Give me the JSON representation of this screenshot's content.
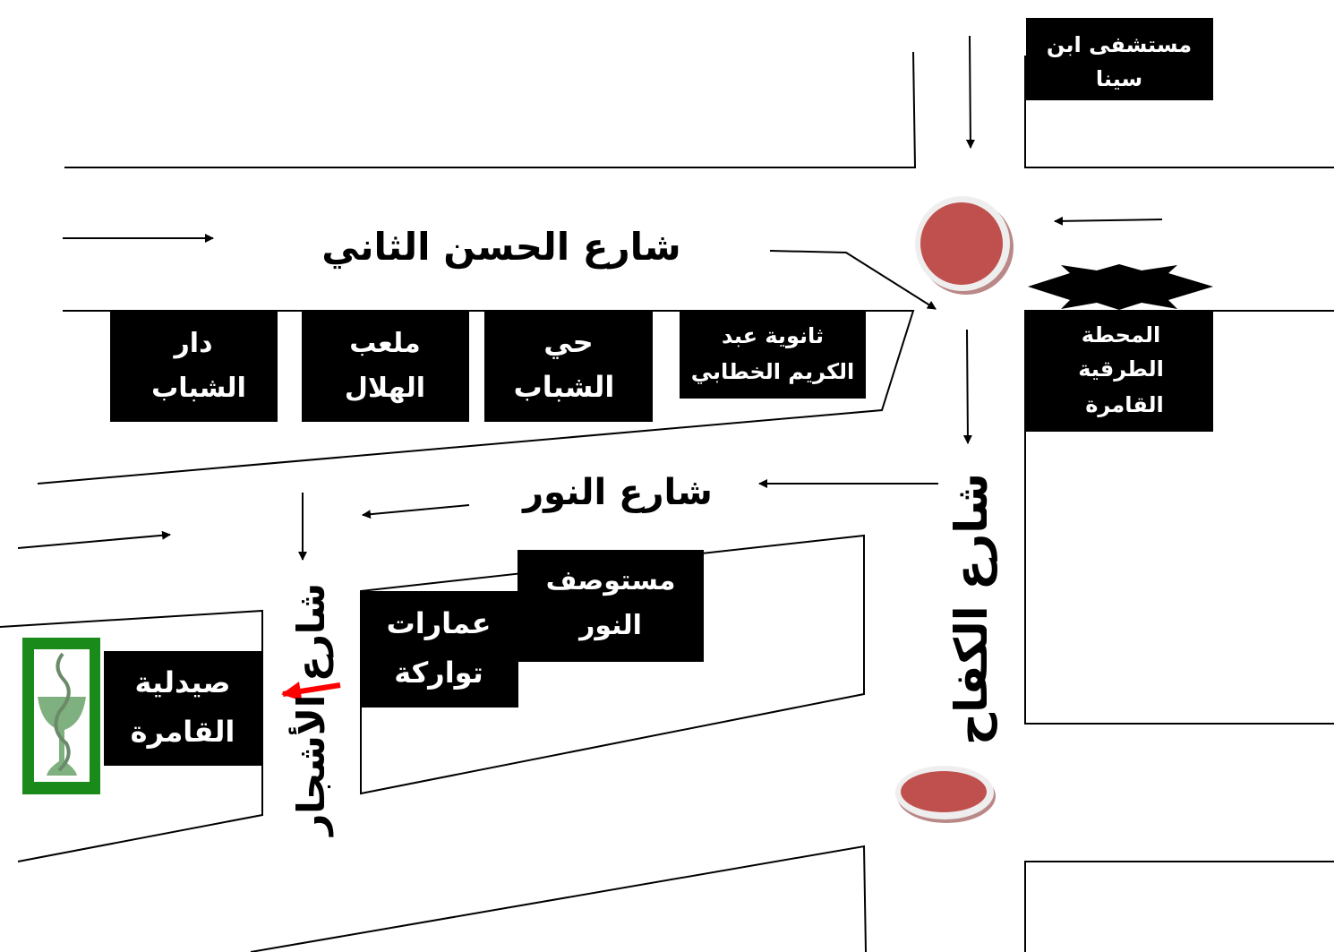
{
  "colors": {
    "roundabout": "#c0504d",
    "pharmacy_frame": "#1a8a1a",
    "direction_arrow": "#ff0000",
    "boxes": "#000000"
  },
  "streets": {
    "hassan2": "شارع الحسن الثاني",
    "nour": "شارع النور",
    "ashjar": "شارع الأشجار",
    "kifah": "شارع الكفاح"
  },
  "places": {
    "hospital": [
      "مستشفى ابن",
      "سينا"
    ],
    "dar_chabab": [
      "دار",
      "الشباب"
    ],
    "mal3ab": [
      "ملعب",
      "الهلال"
    ],
    "hay_chabab": [
      "حي",
      "الشباب"
    ],
    "thanawiya": [
      "ثانوية عبد",
      "الكريم الخطابي"
    ],
    "station": [
      "المحطة",
      "الطرقية",
      "القامرة"
    ],
    "mostawsaf": [
      "مستوصف",
      "النور"
    ],
    "imarat": [
      "عمارات",
      "تواركة"
    ],
    "pharmacy": [
      "صيدلية",
      "القامرة"
    ]
  }
}
